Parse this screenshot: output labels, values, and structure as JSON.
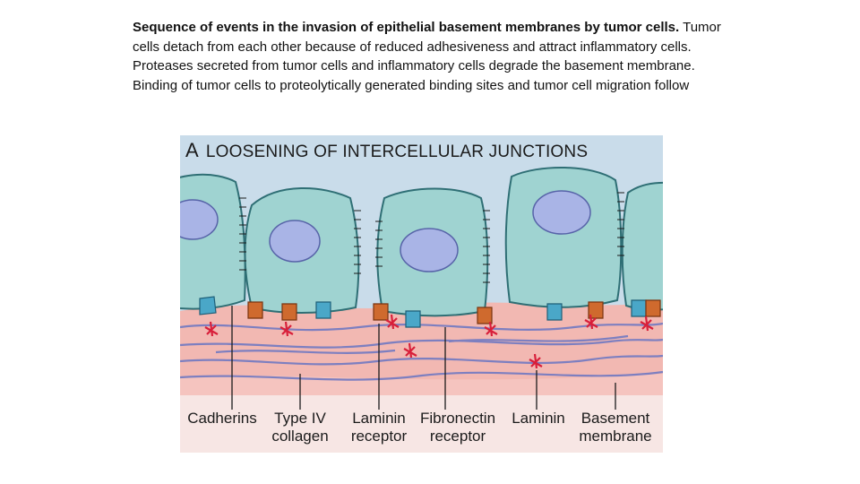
{
  "caption": {
    "title": "Sequence of events in the invasion of epithelial basement membranes by tumor cells.",
    "body": "Tumor cells detach from each other because of reduced adhesiveness and attract inflammatory cells. Proteases secreted from tumor cells and inflammatory cells degrade the basement membrane. Binding of tumor cells to proteolytically generated binding sites and tumor cell migration follow"
  },
  "figure": {
    "panel_letter": "A",
    "panel_title": "LOOSENING OF INTERCELLULAR JUNCTIONS",
    "labels": {
      "cadherins": "Cadherins",
      "type_iv_line1": "Type IV",
      "type_iv_line2": "collagen",
      "laminin_receptor_line1": "Laminin",
      "laminin_receptor_line2": "receptor",
      "fibronectin_receptor_line1": "Fibronectin",
      "fibronectin_receptor_line2": "receptor",
      "laminin": "Laminin",
      "basement_line1": "Basement",
      "basement_line2": "membrane"
    },
    "colors": {
      "background": "#c9dcea",
      "cell_fill": "#9fd3d1",
      "nucleus": "#a9b4e6",
      "membrane": "#f2b8b2",
      "fiber": "#7d7fc0",
      "laminin_red": "#d81f3a",
      "receptor_blue": "#4aa7c8",
      "receptor_orange": "#cf6a2e",
      "label_panel": "#f7e6e4"
    }
  }
}
